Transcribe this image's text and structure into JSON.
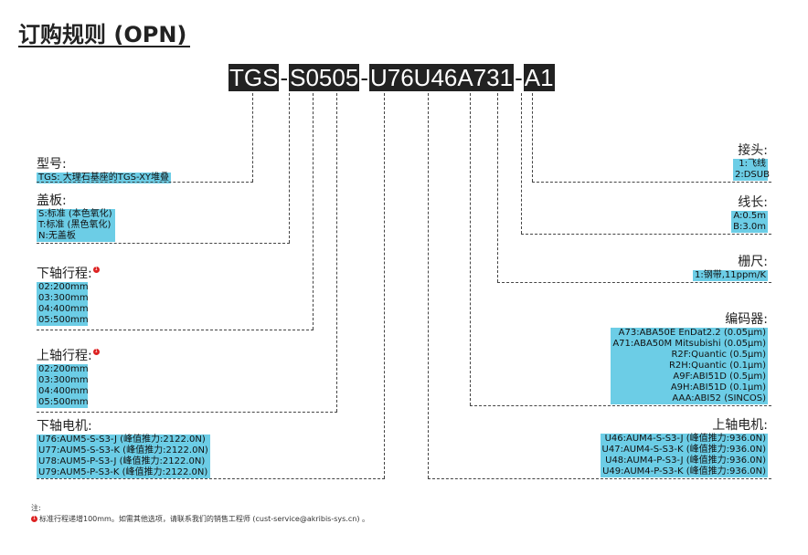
{
  "title": "订购规则 (OPN)",
  "code": {
    "segments": [
      "TGS",
      "S0505",
      "U76U46A731",
      "A1"
    ],
    "separator": "-"
  },
  "left": {
    "model": {
      "label": "型号:",
      "items": [
        "TGS: 大理石基座的TGS-XY堆叠"
      ]
    },
    "cover": {
      "label": "盖板:",
      "items": [
        "S:标准 (本色氧化)",
        "T:标准 (黑色氧化)",
        "N:无盖板"
      ]
    },
    "lower_stroke": {
      "label": "下轴行程:",
      "note_mark": "1",
      "items": [
        "02:200mm",
        "03:300mm",
        "04:400mm",
        "05:500mm"
      ]
    },
    "upper_stroke": {
      "label": "上轴行程:",
      "note_mark": "1",
      "items": [
        "02:200mm",
        "03:300mm",
        "04:400mm",
        "05:500mm"
      ]
    },
    "lower_motor": {
      "label": "下轴电机:",
      "items": [
        "U76:AUM5-S-S3-J (峰值推力:2122.0N)",
        "U77:AUM5-S-S3-K (峰值推力:2122.0N)",
        "U78:AUM5-P-S3-J (峰值推力:2122.0N)",
        "U79:AUM5-P-S3-K (峰值推力:2122.0N)"
      ]
    }
  },
  "right": {
    "connector": {
      "label": "接头:",
      "items": [
        "1:飞线",
        "2:DSUB"
      ]
    },
    "cable": {
      "label": "线长:",
      "items": [
        "A:0.5m",
        "B:3.0m"
      ]
    },
    "scale": {
      "label": "栅尺:",
      "items": [
        "1:钢带,11ppm/K"
      ]
    },
    "encoder": {
      "label": "编码器:",
      "items": [
        "A73:ABA50E EnDat2.2 (0.05μm)",
        "A71:ABA50M Mitsubishi (0.05μm)",
        "R2F:Quantic (0.5μm)",
        "R2H:Quantic (0.1μm)",
        "A9F:ABI51D (0.5μm)",
        "A9H:ABI51D (0.1μm)",
        "AAA:ABI52 (SINCOS)"
      ]
    },
    "upper_motor": {
      "label": "上轴电机:",
      "items": [
        "U46:AUM4-S-S3-J (峰值推力:936.0N)",
        "U47:AUM4-S-S3-K (峰值推力:936.0N)",
        "U48:AUM4-P-S3-J (峰值推力:936.0N)",
        "U49:AUM4-P-S3-K (峰值推力:936.0N)"
      ]
    }
  },
  "notes": {
    "label": "注:",
    "mark": "1",
    "text": "标准行程递增100mm。如需其他选项，请联系我们的销售工程师 (cust-service@akribis-sys.cn) 。"
  },
  "colors": {
    "highlight": "#6ccde6",
    "code_bg": "#222222",
    "mark": "#dd2222"
  }
}
